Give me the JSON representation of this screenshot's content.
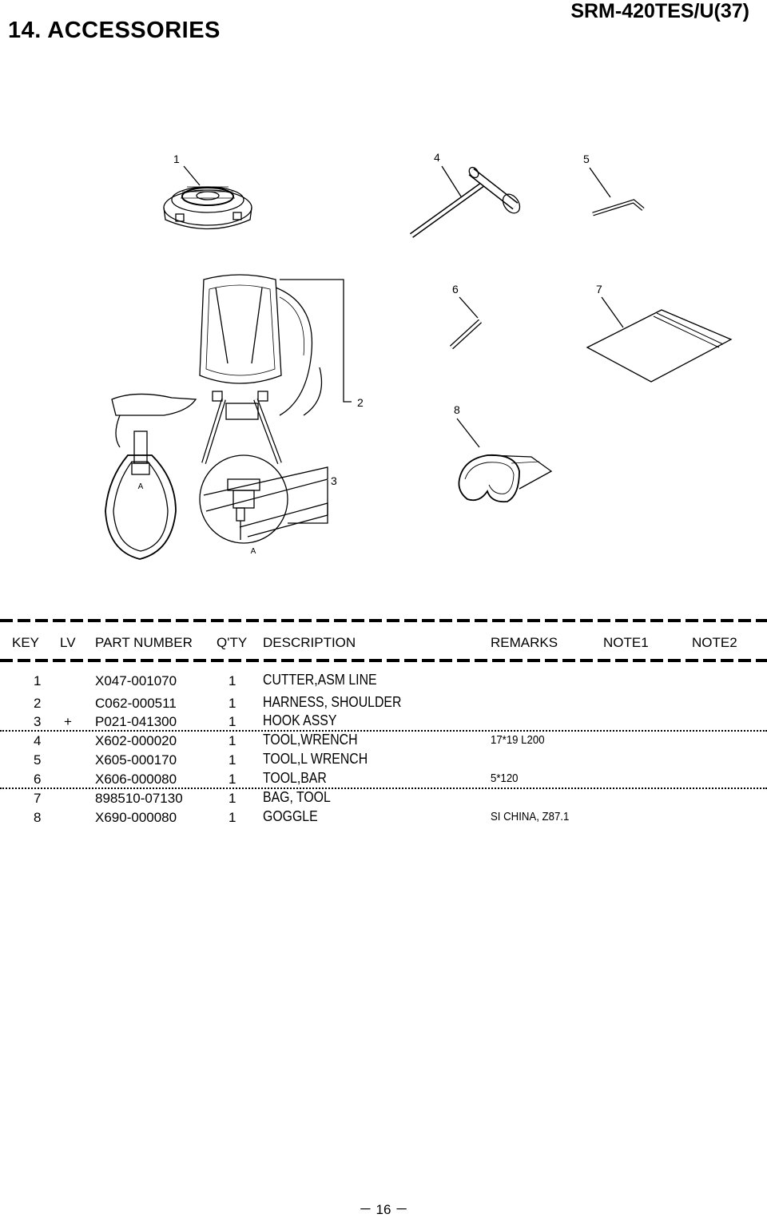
{
  "header": {
    "section_title": "14. ACCESSORIES",
    "model_code": "SRM-420TES/U(37)"
  },
  "diagram": {
    "callouts": [
      "1",
      "4",
      "5",
      "6",
      "7",
      "2",
      "8",
      "3"
    ],
    "detail_marks": [
      "A",
      "A"
    ]
  },
  "table": {
    "columns": [
      "KEY",
      "LV",
      "PART NUMBER",
      "Q'TY",
      "DESCRIPTION",
      "REMARKS",
      "NOTE1",
      "NOTE2"
    ],
    "rows": [
      {
        "key": "1",
        "lv": "",
        "part": "X047-001070",
        "qty": "1",
        "desc": "CUTTER,ASM LINE",
        "remarks": ""
      },
      {
        "key": "2",
        "lv": "",
        "part": "C062-000511",
        "qty": "1",
        "desc": "HARNESS, SHOULDER",
        "remarks": ""
      },
      {
        "key": "3",
        "lv": "+",
        "part": "P021-041300",
        "qty": "1",
        "desc": "HOOK ASSY",
        "remarks": ""
      },
      {
        "key": "4",
        "lv": "",
        "part": "X602-000020",
        "qty": "1",
        "desc": "TOOL,WRENCH",
        "remarks": "17*19 L200"
      },
      {
        "key": "5",
        "lv": "",
        "part": "X605-000170",
        "qty": "1",
        "desc": "TOOL,L WRENCH",
        "remarks": ""
      },
      {
        "key": "6",
        "lv": "",
        "part": "X606-000080",
        "qty": "1",
        "desc": "TOOL,BAR",
        "remarks": "5*120"
      },
      {
        "key": "7",
        "lv": "",
        "part": "898510-07130",
        "qty": "1",
        "desc": "BAG, TOOL",
        "remarks": ""
      },
      {
        "key": "8",
        "lv": "",
        "part": "X690-000080",
        "qty": "1",
        "desc": "GOGGLE",
        "remarks": "SI CHINA, Z87.1"
      }
    ]
  },
  "footer": {
    "page_number": "－ 16 －"
  }
}
